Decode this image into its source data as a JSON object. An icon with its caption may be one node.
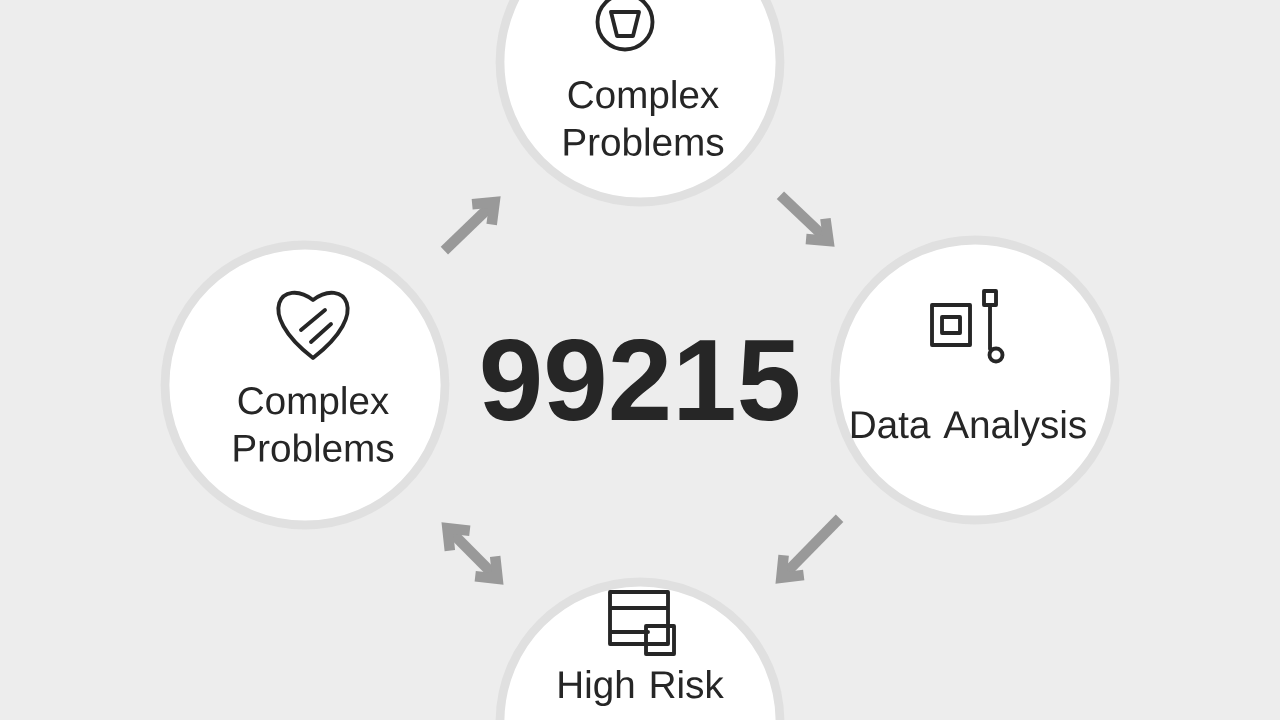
{
  "diagram": {
    "nodes": [
      {
        "text": [
          "Complex Problems"
        ]
      },
      {
        "text": [
          "Data Analysis"
        ]
      },
      {
        "text": [
          "High Risk"
        ]
      },
      {
        "text": [
          "Complex Problems"
        ]
      }
    ],
    "edges": [
      {
        "from": 3,
        "to": 0,
        "arrow": "to"
      },
      {
        "from": 0,
        "to": 1,
        "arrow": "to"
      },
      {
        "from": 1,
        "to": 2,
        "arrow": "to"
      },
      {
        "from": 3,
        "to": 2,
        "arrow": "both"
      }
    ],
    "labels": [
      "99215"
    ]
  }
}
